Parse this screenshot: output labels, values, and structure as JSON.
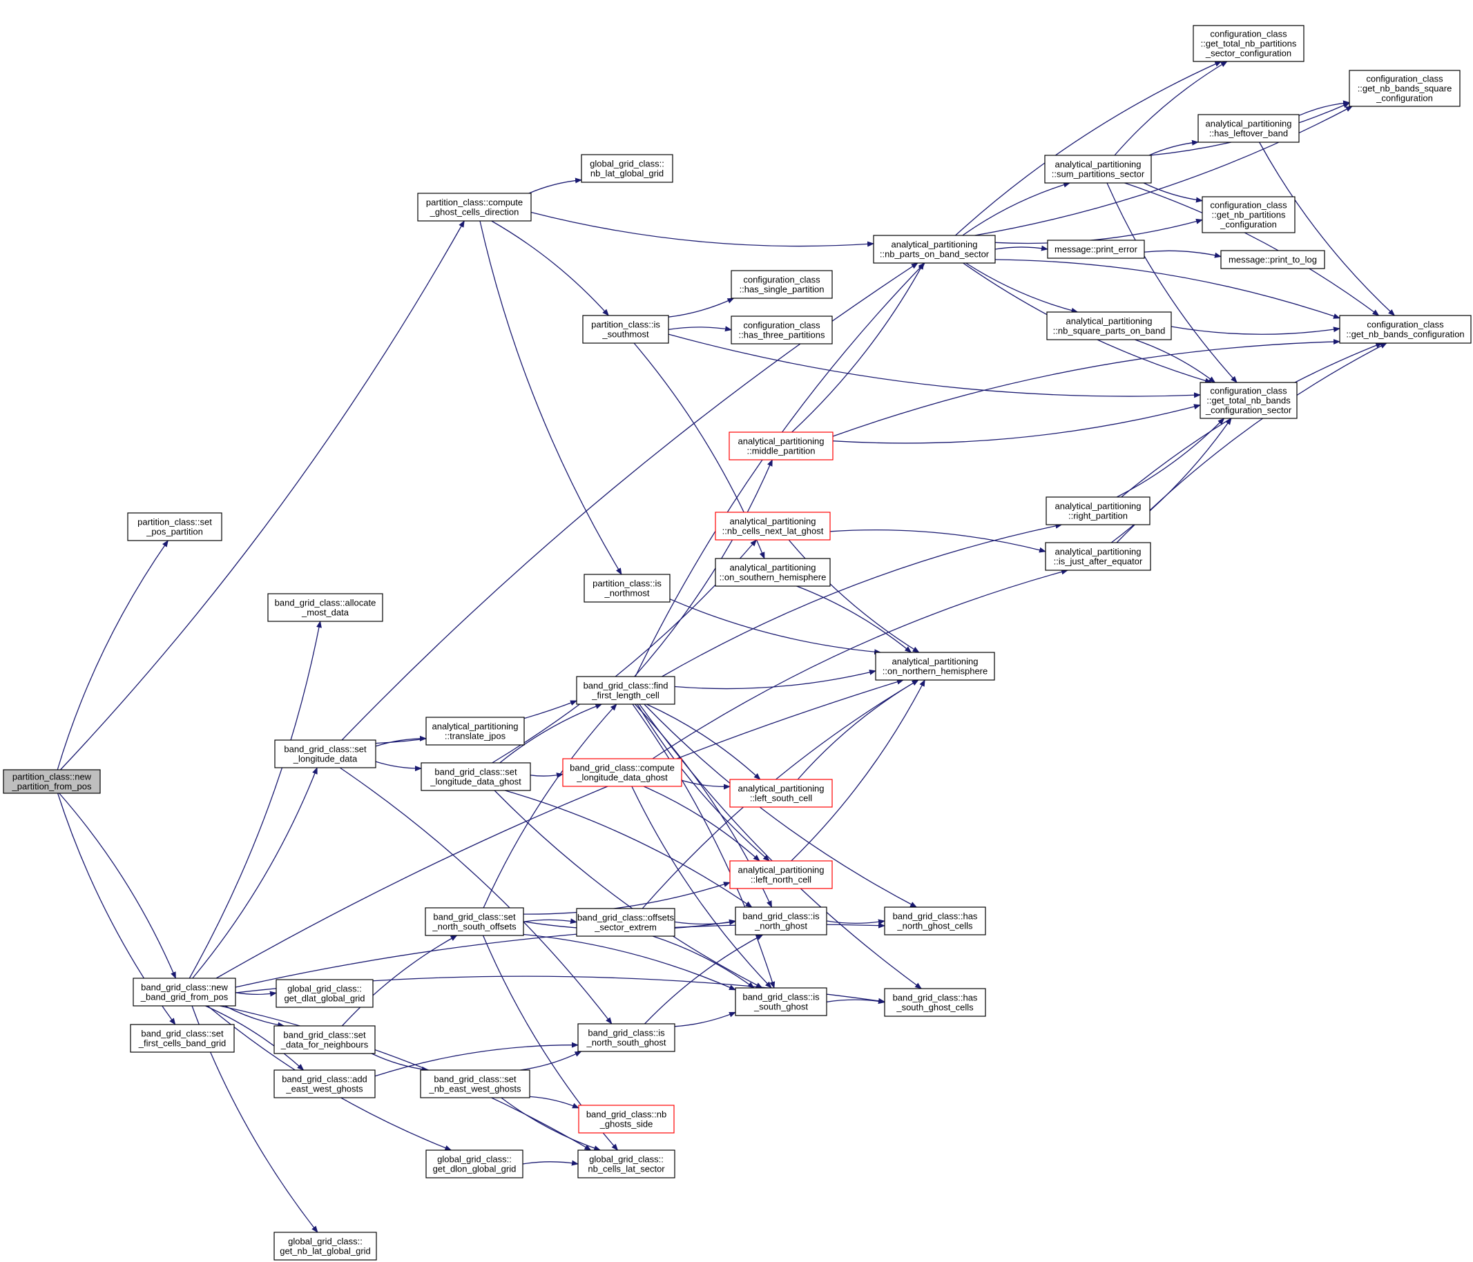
{
  "colors": {
    "edge": "#191970",
    "node_border": "#000000",
    "truncated_border": "#ff0000",
    "root_fill": "#bfbfbf",
    "node_fill": "#ffffff"
  },
  "nodes": [
    {
      "id": "n1",
      "lines": [
        "partition_class::new",
        "_partition_from_pos"
      ],
      "kind": "root"
    },
    {
      "id": "n2",
      "lines": [
        "partition_class::set",
        "_pos_partition"
      ]
    },
    {
      "id": "n3",
      "lines": [
        "partition_class::compute",
        "_ghost_cells_direction"
      ]
    },
    {
      "id": "n4",
      "lines": [
        "global_grid_class::",
        "nb_lat_global_grid"
      ]
    },
    {
      "id": "n5",
      "lines": [
        "analytical_partitioning",
        "::nb_parts_on_band_sector"
      ]
    },
    {
      "id": "n6",
      "lines": [
        "configuration_class",
        "::get_total_nb_partitions",
        "_sector_configuration"
      ]
    },
    {
      "id": "n7",
      "lines": [
        "configuration_class",
        "::get_nb_bands_square",
        "_configuration"
      ]
    },
    {
      "id": "n8",
      "lines": [
        "analytical_partitioning",
        "::has_leftover_band"
      ]
    },
    {
      "id": "n9",
      "lines": [
        "analytical_partitioning",
        "::sum_partitions_sector"
      ]
    },
    {
      "id": "n10",
      "lines": [
        "configuration_class",
        "::get_nb_partitions",
        "_configuration"
      ]
    },
    {
      "id": "n11",
      "lines": [
        "message::print_error"
      ]
    },
    {
      "id": "n12",
      "lines": [
        "message::print_to_log"
      ]
    },
    {
      "id": "n13",
      "lines": [
        "configuration_class",
        "::has_single_partition"
      ]
    },
    {
      "id": "n14",
      "lines": [
        "configuration_class",
        "::has_three_partitions"
      ]
    },
    {
      "id": "n15",
      "lines": [
        "partition_class::is",
        "_southmost"
      ]
    },
    {
      "id": "n16",
      "lines": [
        "analytical_partitioning",
        "::nb_square_parts_on_band"
      ]
    },
    {
      "id": "n17",
      "lines": [
        "configuration_class",
        "::get_nb_bands_configuration"
      ]
    },
    {
      "id": "n18",
      "lines": [
        "configuration_class",
        "::get_total_nb_bands",
        "_configuration_sector"
      ]
    },
    {
      "id": "n19",
      "lines": [
        "analytical_partitioning",
        "::middle_partition"
      ],
      "kind": "truncated"
    },
    {
      "id": "n20",
      "lines": [
        "analytical_partitioning",
        "::right_partition"
      ]
    },
    {
      "id": "n21",
      "lines": [
        "analytical_partitioning",
        "::nb_cells_next_lat_ghost"
      ],
      "kind": "truncated"
    },
    {
      "id": "n22",
      "lines": [
        "analytical_partitioning",
        "::is_just_after_equator"
      ]
    },
    {
      "id": "n23",
      "lines": [
        "analytical_partitioning",
        "::on_southern_hemisphere"
      ]
    },
    {
      "id": "n24",
      "lines": [
        "partition_class::is",
        "_northmost"
      ]
    },
    {
      "id": "n25",
      "lines": [
        "band_grid_class::allocate",
        "_most_data"
      ]
    },
    {
      "id": "n26",
      "lines": [
        "analytical_partitioning",
        "::on_northern_hemisphere"
      ]
    },
    {
      "id": "n27",
      "lines": [
        "band_grid_class::find",
        "_first_length_cell"
      ]
    },
    {
      "id": "n28",
      "lines": [
        "analytical_partitioning",
        "::translate_jpos"
      ]
    },
    {
      "id": "n29",
      "lines": [
        "band_grid_class::set",
        "_longitude_data"
      ]
    },
    {
      "id": "n30",
      "lines": [
        "band_grid_class::set",
        "_longitude_data_ghost"
      ]
    },
    {
      "id": "n31",
      "lines": [
        "band_grid_class::compute",
        "_longitude_data_ghost"
      ],
      "kind": "truncated"
    },
    {
      "id": "n32",
      "lines": [
        "analytical_partitioning",
        "::left_south_cell"
      ],
      "kind": "truncated"
    },
    {
      "id": "n33",
      "lines": [
        "analytical_partitioning",
        "::left_north_cell"
      ],
      "kind": "truncated"
    },
    {
      "id": "n34",
      "lines": [
        "band_grid_class::set",
        "_north_south_offsets"
      ]
    },
    {
      "id": "n35",
      "lines": [
        "band_grid_class::offsets",
        "_sector_extrem"
      ]
    },
    {
      "id": "n36",
      "lines": [
        "band_grid_class::is",
        "_north_ghost"
      ]
    },
    {
      "id": "n37",
      "lines": [
        "band_grid_class::has",
        "_north_ghost_cells"
      ]
    },
    {
      "id": "n38",
      "lines": [
        "band_grid_class::new",
        "_band_grid_from_pos"
      ]
    },
    {
      "id": "n39",
      "lines": [
        "global_grid_class::",
        "get_dlat_global_grid"
      ]
    },
    {
      "id": "n40",
      "lines": [
        "band_grid_class::is",
        "_south_ghost"
      ]
    },
    {
      "id": "n41",
      "lines": [
        "band_grid_class::has",
        "_south_ghost_cells"
      ]
    },
    {
      "id": "n42",
      "lines": [
        "band_grid_class::set",
        "_first_cells_band_grid"
      ]
    },
    {
      "id": "n43",
      "lines": [
        "band_grid_class::set",
        "_data_for_neighbours"
      ]
    },
    {
      "id": "n44",
      "lines": [
        "band_grid_class::is",
        "_north_south_ghost"
      ]
    },
    {
      "id": "n45",
      "lines": [
        "band_grid_class::add",
        "_east_west_ghosts"
      ]
    },
    {
      "id": "n46",
      "lines": [
        "band_grid_class::set",
        "_nb_east_west_ghosts"
      ]
    },
    {
      "id": "n47",
      "lines": [
        "band_grid_class::nb",
        "_ghosts_side"
      ],
      "kind": "truncated"
    },
    {
      "id": "n48",
      "lines": [
        "global_grid_class::",
        "get_dlon_global_grid"
      ]
    },
    {
      "id": "n49",
      "lines": [
        "global_grid_class::",
        "nb_cells_lat_sector"
      ]
    },
    {
      "id": "n50",
      "lines": [
        "global_grid_class::",
        "get_nb_lat_global_grid"
      ]
    }
  ],
  "edges": [
    [
      "n1",
      "n2"
    ],
    [
      "n1",
      "n3"
    ],
    [
      "n1",
      "n38"
    ],
    [
      "n1",
      "n42"
    ],
    [
      "n3",
      "n4"
    ],
    [
      "n3",
      "n5"
    ],
    [
      "n3",
      "n15"
    ],
    [
      "n3",
      "n24"
    ],
    [
      "n5",
      "n6"
    ],
    [
      "n5",
      "n7"
    ],
    [
      "n5",
      "n9"
    ],
    [
      "n5",
      "n10"
    ],
    [
      "n5",
      "n11"
    ],
    [
      "n5",
      "n16"
    ],
    [
      "n5",
      "n17"
    ],
    [
      "n5",
      "n18"
    ],
    [
      "n8",
      "n7"
    ],
    [
      "n8",
      "n17"
    ],
    [
      "n9",
      "n6"
    ],
    [
      "n9",
      "n7"
    ],
    [
      "n9",
      "n8"
    ],
    [
      "n9",
      "n10"
    ],
    [
      "n9",
      "n17"
    ],
    [
      "n9",
      "n18"
    ],
    [
      "n11",
      "n12"
    ],
    [
      "n15",
      "n13"
    ],
    [
      "n15",
      "n14"
    ],
    [
      "n15",
      "n18"
    ],
    [
      "n15",
      "n23"
    ],
    [
      "n16",
      "n17"
    ],
    [
      "n16",
      "n18"
    ],
    [
      "n19",
      "n5"
    ],
    [
      "n19",
      "n17"
    ],
    [
      "n19",
      "n18"
    ],
    [
      "n20",
      "n17"
    ],
    [
      "n20",
      "n18"
    ],
    [
      "n21",
      "n22"
    ],
    [
      "n21",
      "n26"
    ],
    [
      "n22",
      "n17"
    ],
    [
      "n22",
      "n18"
    ],
    [
      "n23",
      "n26"
    ],
    [
      "n24",
      "n26"
    ],
    [
      "n27",
      "n5"
    ],
    [
      "n27",
      "n19"
    ],
    [
      "n27",
      "n20"
    ],
    [
      "n27",
      "n26"
    ],
    [
      "n27",
      "n32"
    ],
    [
      "n27",
      "n33"
    ],
    [
      "n27",
      "n36"
    ],
    [
      "n27",
      "n37"
    ],
    [
      "n27",
      "n40"
    ],
    [
      "n27",
      "n41"
    ],
    [
      "n29",
      "n5"
    ],
    [
      "n29",
      "n27"
    ],
    [
      "n29",
      "n28"
    ],
    [
      "n29",
      "n30"
    ],
    [
      "n29",
      "n44"
    ],
    [
      "n30",
      "n21"
    ],
    [
      "n30",
      "n27"
    ],
    [
      "n30",
      "n31"
    ],
    [
      "n30",
      "n36"
    ],
    [
      "n30",
      "n40"
    ],
    [
      "n31",
      "n22"
    ],
    [
      "n31",
      "n32"
    ],
    [
      "n31",
      "n33"
    ],
    [
      "n31",
      "n40"
    ],
    [
      "n32",
      "n26"
    ],
    [
      "n33",
      "n26"
    ],
    [
      "n34",
      "n27"
    ],
    [
      "n34",
      "n33"
    ],
    [
      "n34",
      "n35"
    ],
    [
      "n34",
      "n36"
    ],
    [
      "n34",
      "n40"
    ],
    [
      "n34",
      "n49"
    ],
    [
      "n35",
      "n26"
    ],
    [
      "n35",
      "n36"
    ],
    [
      "n35",
      "n40"
    ],
    [
      "n36",
      "n37"
    ],
    [
      "n40",
      "n41"
    ],
    [
      "n38",
      "n25"
    ],
    [
      "n38",
      "n26"
    ],
    [
      "n38",
      "n29"
    ],
    [
      "n38",
      "n37"
    ],
    [
      "n38",
      "n39"
    ],
    [
      "n38",
      "n41"
    ],
    [
      "n38",
      "n43"
    ],
    [
      "n38",
      "n45"
    ],
    [
      "n38",
      "n48"
    ],
    [
      "n38",
      "n49"
    ],
    [
      "n38",
      "n50"
    ],
    [
      "n43",
      "n34"
    ],
    [
      "n43",
      "n46"
    ],
    [
      "n44",
      "n36"
    ],
    [
      "n44",
      "n40"
    ],
    [
      "n45",
      "n44"
    ],
    [
      "n46",
      "n44"
    ],
    [
      "n46",
      "n47"
    ],
    [
      "n46",
      "n49"
    ],
    [
      "n48",
      "n49"
    ]
  ]
}
